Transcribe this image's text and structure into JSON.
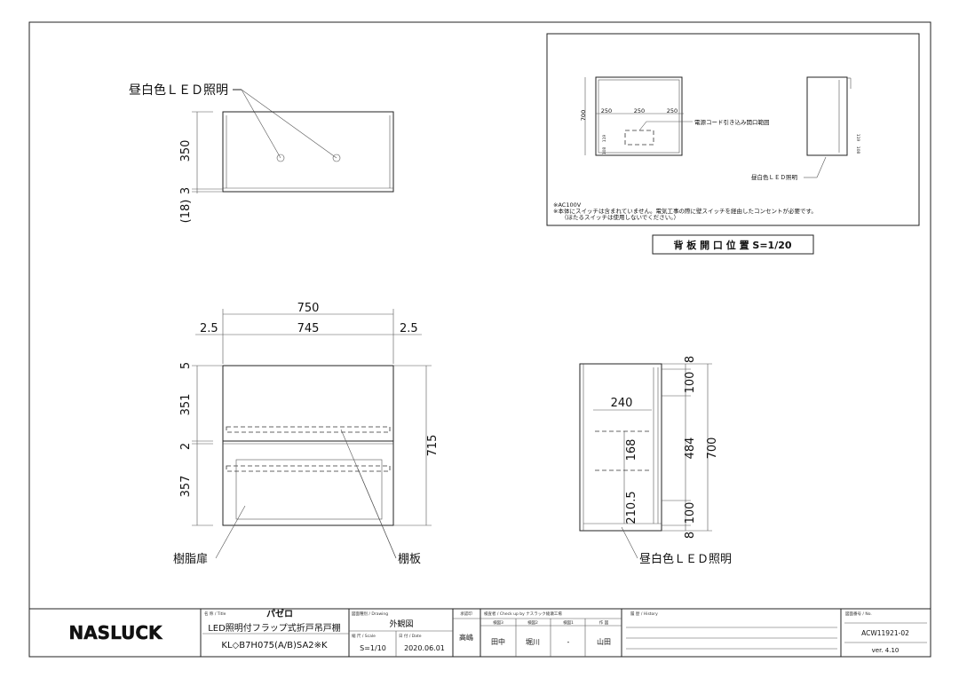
{
  "top_view": {
    "led_label": "昼白色ＬＥＤ照明",
    "dim_height": "350",
    "dim_gap": "3",
    "dim_offset": "(18)"
  },
  "front_view": {
    "dim_total_width": "750",
    "dim_inner_width": "745",
    "dim_left_margin": "2.5",
    "dim_right_margin": "2.5",
    "dim_top": "5",
    "dim_upper": "351",
    "dim_mid": "2",
    "dim_lower": "357",
    "dim_height": "715",
    "door_label": "樹脂扉",
    "shelf_label": "棚板"
  },
  "side_view": {
    "dim_top": "8",
    "dim_top_100": "100",
    "dim_484": "484",
    "dim_bottom_100": "100",
    "dim_bottom": "8",
    "dim_height": "700",
    "dim_240": "240",
    "dim_168": "168",
    "dim_210": "210.5",
    "led_label": "昼白色ＬＥＤ照明"
  },
  "back_panel": {
    "dim_height": "700",
    "dim_w1": "250",
    "dim_w2": "250",
    "dim_w3": "250",
    "dim_119": "119",
    "dim_108": "108",
    "cord_label": "電源コード引き込み開口範囲",
    "led_label": "昼白色ＬＥＤ照明",
    "side_119": "119",
    "side_108": "108",
    "note1": "※AC100V",
    "note2": "※本体にスイッチは含まれていません。電気工事の際に壁スイッチを経由したコンセントが必要です。",
    "note3": "（ほたるスイッチは使用しないでください。）",
    "caption": "背 板 開 口 位 置  S=1/20"
  },
  "title_block": {
    "logo": "NASLUCK",
    "title_header": "名 称 / Title",
    "product_name": "パゼロ",
    "product_desc": "LED照明付フラップ式折戸吊戸棚",
    "model": "KL◇B7H075(A/B)SA2※K",
    "drawing_header": "図面種別 / Drawing",
    "drawing_type": "外観図",
    "scale_header": "縮 尺 / Scale",
    "scale": "S=1/10",
    "date_header": "日 付 / Date",
    "date": "2020.06.01",
    "approver_header": "承認印",
    "approver": "高嶋",
    "check_header": "検査者 / Check up by ナスラック綾瀬工場",
    "checkers": [
      {
        "role": "検図3",
        "name": "田中"
      },
      {
        "role": "検図2",
        "name": "堀川"
      },
      {
        "role": "検図1",
        "name": "-"
      },
      {
        "role": "作 図",
        "name": "山田"
      }
    ],
    "history_header": "履 歴 / History",
    "no_header": "図面番号 / No.",
    "drawing_no": "ACW11921-02",
    "version": "ver. 4.10"
  }
}
